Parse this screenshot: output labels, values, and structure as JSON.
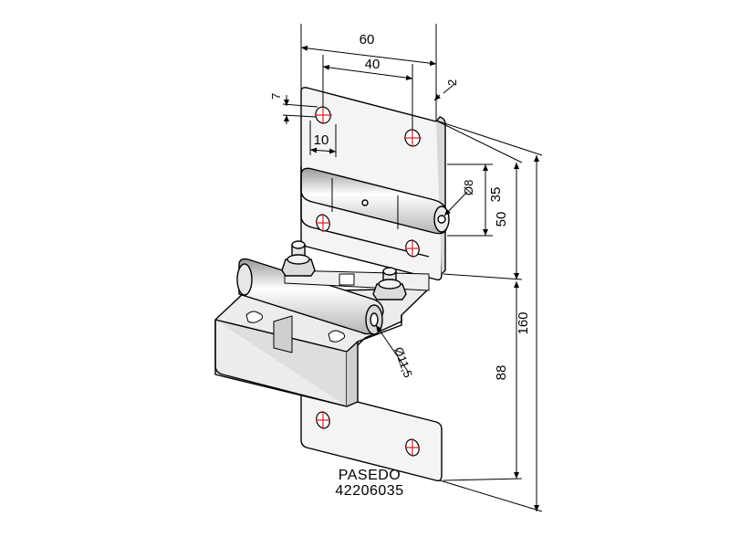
{
  "dimensions": {
    "overall_width": "60",
    "hole_spacing": "40",
    "thickness": "2",
    "slot_height": "7",
    "slot_width": "10",
    "pin_diameter": "Ø8",
    "knuckle_length": "35",
    "upper_leaf_height": "50",
    "total_height": "160",
    "lower_height": "88",
    "bolt_diameter": "Ø11,5"
  },
  "caption": {
    "brand": "PASEDO",
    "code": "42206035"
  },
  "colors": {
    "line": "#000000",
    "centerline": "#e0202a",
    "plate": "#f2f2f2",
    "shade": "#cfcfcf",
    "dark": "#8a8a8a"
  }
}
